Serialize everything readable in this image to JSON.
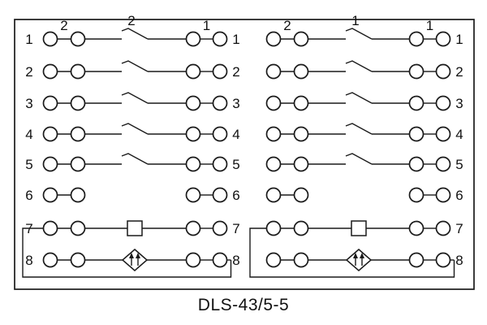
{
  "caption": "DLS-43/5-5",
  "diagram": {
    "type": "relay-terminal-schematic",
    "stroke_color": "#1a1a1a",
    "background": "#ffffff",
    "row_types": [
      "contact",
      "contact",
      "contact",
      "contact",
      "contact",
      "open",
      "coil",
      "rectifier"
    ],
    "symbols": {
      "contact": "switch-contact-icon",
      "coil": "coil-square-icon",
      "rectifier": "rectifier-diamond-icon"
    },
    "panels": [
      {
        "name": "left-panel",
        "left_numbers": [
          "1",
          "2",
          "3",
          "4",
          "5",
          "6",
          "7",
          "8"
        ],
        "right_numbers": [
          "1",
          "2",
          "3",
          "4",
          "5",
          "6",
          "7",
          "8"
        ],
        "top_labels": [
          {
            "text": "2",
            "pos": "left-pair"
          },
          {
            "text": "2",
            "pos": "switch"
          },
          {
            "text": "1",
            "pos": "right-pair"
          }
        ]
      },
      {
        "name": "right-panel",
        "left_numbers": [],
        "right_numbers": [
          "1",
          "2",
          "3",
          "4",
          "5",
          "6",
          "7",
          "8"
        ],
        "top_labels": [
          {
            "text": "2",
            "pos": "left-pair"
          },
          {
            "text": "1",
            "pos": "switch"
          },
          {
            "text": "1",
            "pos": "right-pair"
          }
        ]
      }
    ]
  }
}
